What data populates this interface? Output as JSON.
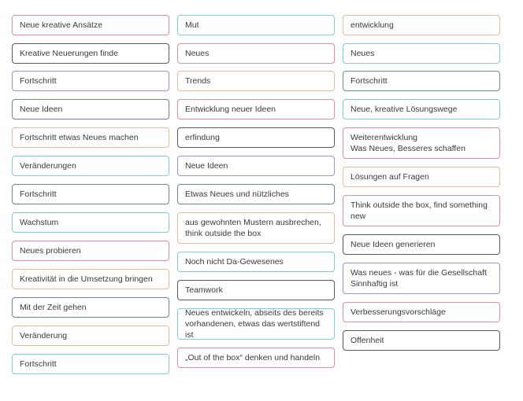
{
  "colors": {
    "pink": "#e68aa0",
    "teal": "#7dd3c8",
    "purple": "#a48cd6",
    "slate": "#6f8590",
    "peach": "#f0b89a",
    "gray": "#a9aab2",
    "dark": "#5a5a5a"
  },
  "columns": [
    {
      "cards": [
        {
          "text": "Neue kreative Ansätze",
          "color": "pink"
        },
        {
          "text": "Kreative Neuerungen finde",
          "color": "dark"
        },
        {
          "text": "Fortschritt",
          "color": "purple"
        },
        {
          "text": "Neue Ideen",
          "color": "slate"
        },
        {
          "text": "Fortschritt etwas Neues machen",
          "color": "peach"
        },
        {
          "text": "Veränderungen",
          "color": "teal"
        },
        {
          "text": "Fortschritt",
          "color": "slate"
        },
        {
          "text": "Wachstum",
          "color": "teal"
        },
        {
          "text": "Neues probieren",
          "color": "pink"
        },
        {
          "text": "Kreativität in die Umsetzung bringen",
          "color": "peach"
        },
        {
          "text": "Mit der Zeit gehen",
          "color": "slate"
        },
        {
          "text": "Veränderung",
          "color": "peach"
        },
        {
          "text": "Fortschritt",
          "color": "teal"
        }
      ]
    },
    {
      "cards": [
        {
          "text": "Mut",
          "color": "teal"
        },
        {
          "text": "Neues",
          "color": "pink"
        },
        {
          "text": "Trends",
          "color": "peach"
        },
        {
          "text": "Entwicklung neuer Ideen",
          "color": "pink"
        },
        {
          "text": "erfindung",
          "color": "dark"
        },
        {
          "text": "Neue Ideen",
          "color": "purple"
        },
        {
          "text": "Etwas Neues und nützliches",
          "color": "slate"
        },
        {
          "text": "aus gewohnten Mustern ausbrechen,\nthink outside the box",
          "color": "peach"
        },
        {
          "text": "Noch nicht Da-Gewesenes",
          "color": "teal"
        },
        {
          "text": "Teamwork",
          "color": "dark"
        },
        {
          "text": "Neues entwickeln, abseits des bereits\nvorhandenen, etwas das wertstiftend ist",
          "color": "teal"
        },
        {
          "text": "„Out of the box“ denken und handeln",
          "color": "pink"
        }
      ]
    },
    {
      "cards": [
        {
          "text": "entwicklung",
          "color": "peach"
        },
        {
          "text": "Neues",
          "color": "teal"
        },
        {
          "text": "Fortschritt",
          "color": "slate"
        },
        {
          "text": "Neue, kreative Lösungswege",
          "color": "teal"
        },
        {
          "text": "Weiterentwicklung\nWas Neues, Besseres schaffen",
          "color": "pink"
        },
        {
          "text": "Lösungen auf Fragen",
          "color": "peach"
        },
        {
          "text": "Think outside the box, find something\nnew",
          "color": "pink"
        },
        {
          "text": "Neue Ideen generieren",
          "color": "dark"
        },
        {
          "text": "Was neues - was für die Gesellschaft\nSinnhaftig ist",
          "color": "purple"
        },
        {
          "text": "Verbesserungsvorschläge",
          "color": "pink"
        },
        {
          "text": "Offenheit",
          "color": "dark"
        }
      ]
    }
  ]
}
